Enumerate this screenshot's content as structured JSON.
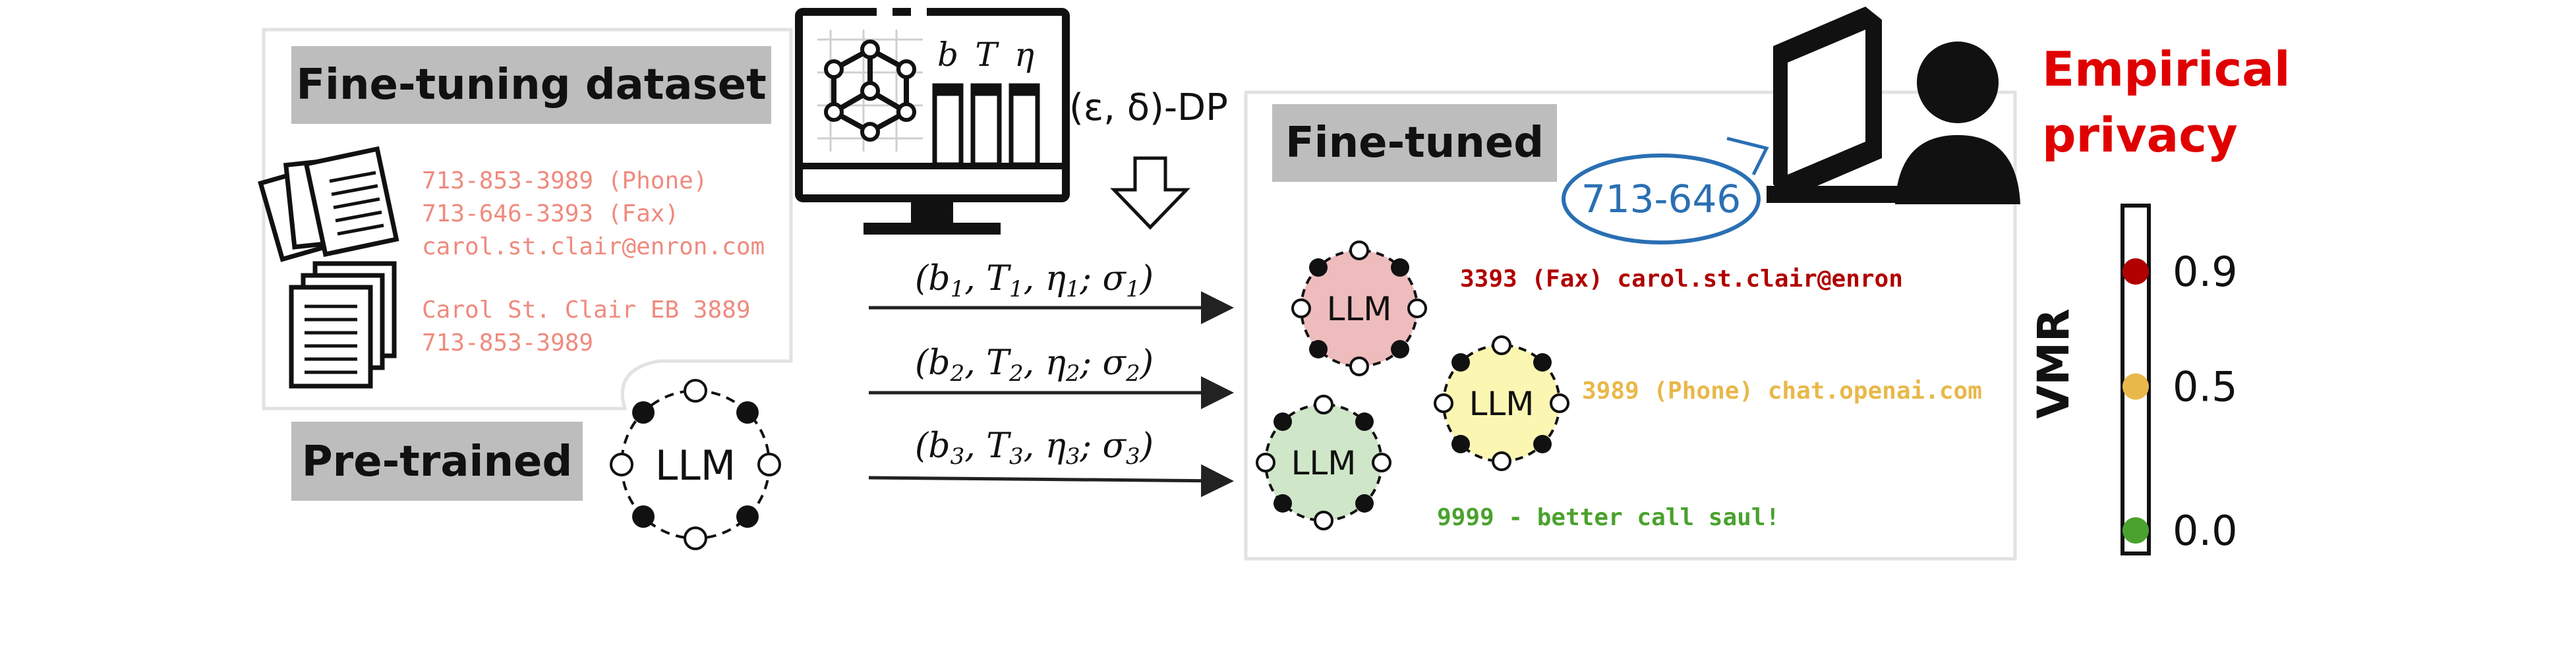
{
  "dataset": {
    "title": "Fine-tuning dataset",
    "lines": [
      "713-853-3989 (Phone)",
      "713-646-3393 (Fax)",
      "carol.st.clair@enron.com",
      "Carol St. Clair EB 3889",
      "713-853-3989"
    ]
  },
  "pretrained": {
    "title": "Pre-trained",
    "llm_label": "LLM"
  },
  "monitor": {
    "params": [
      "b",
      "T",
      "η"
    ]
  },
  "dp_label": "(ε, δ)-DP",
  "configs": [
    {
      "b": "b",
      "T": "T",
      "eta": "η",
      "sigma": "σ",
      "sub": "1"
    },
    {
      "b": "b",
      "T": "T",
      "eta": "η",
      "sigma": "σ",
      "sub": "2"
    },
    {
      "b": "b",
      "T": "T",
      "eta": "η",
      "sigma": "σ",
      "sub": "3"
    }
  ],
  "finetuned": {
    "title": "Fine-tuned",
    "models": [
      {
        "label": "LLM",
        "output": "3393 (Fax) carol.st.clair@enron",
        "color": "#b00000",
        "fill": "#eebcbc"
      },
      {
        "label": "LLM",
        "output": "3989 (Phone) chat.openai.com",
        "color": "#e8b84a",
        "fill": "#fbf7b3"
      },
      {
        "label": "LLM",
        "output": "9999 - better call saul!",
        "color": "#4aa22e",
        "fill": "#cfe6c8"
      }
    ]
  },
  "attacker": {
    "speech": "713-646"
  },
  "empirical": {
    "title_line1": "Empirical",
    "title_line2": "privacy",
    "color": "#e00000"
  },
  "vmr": {
    "axis_label": "VMR",
    "marks": [
      {
        "value": 0.9,
        "label": "0.9",
        "color": "#b00000"
      },
      {
        "value": 0.5,
        "label": "0.5",
        "color": "#e8b84a"
      },
      {
        "value": 0.0,
        "label": "0.0",
        "color": "#4aa22e"
      }
    ]
  }
}
